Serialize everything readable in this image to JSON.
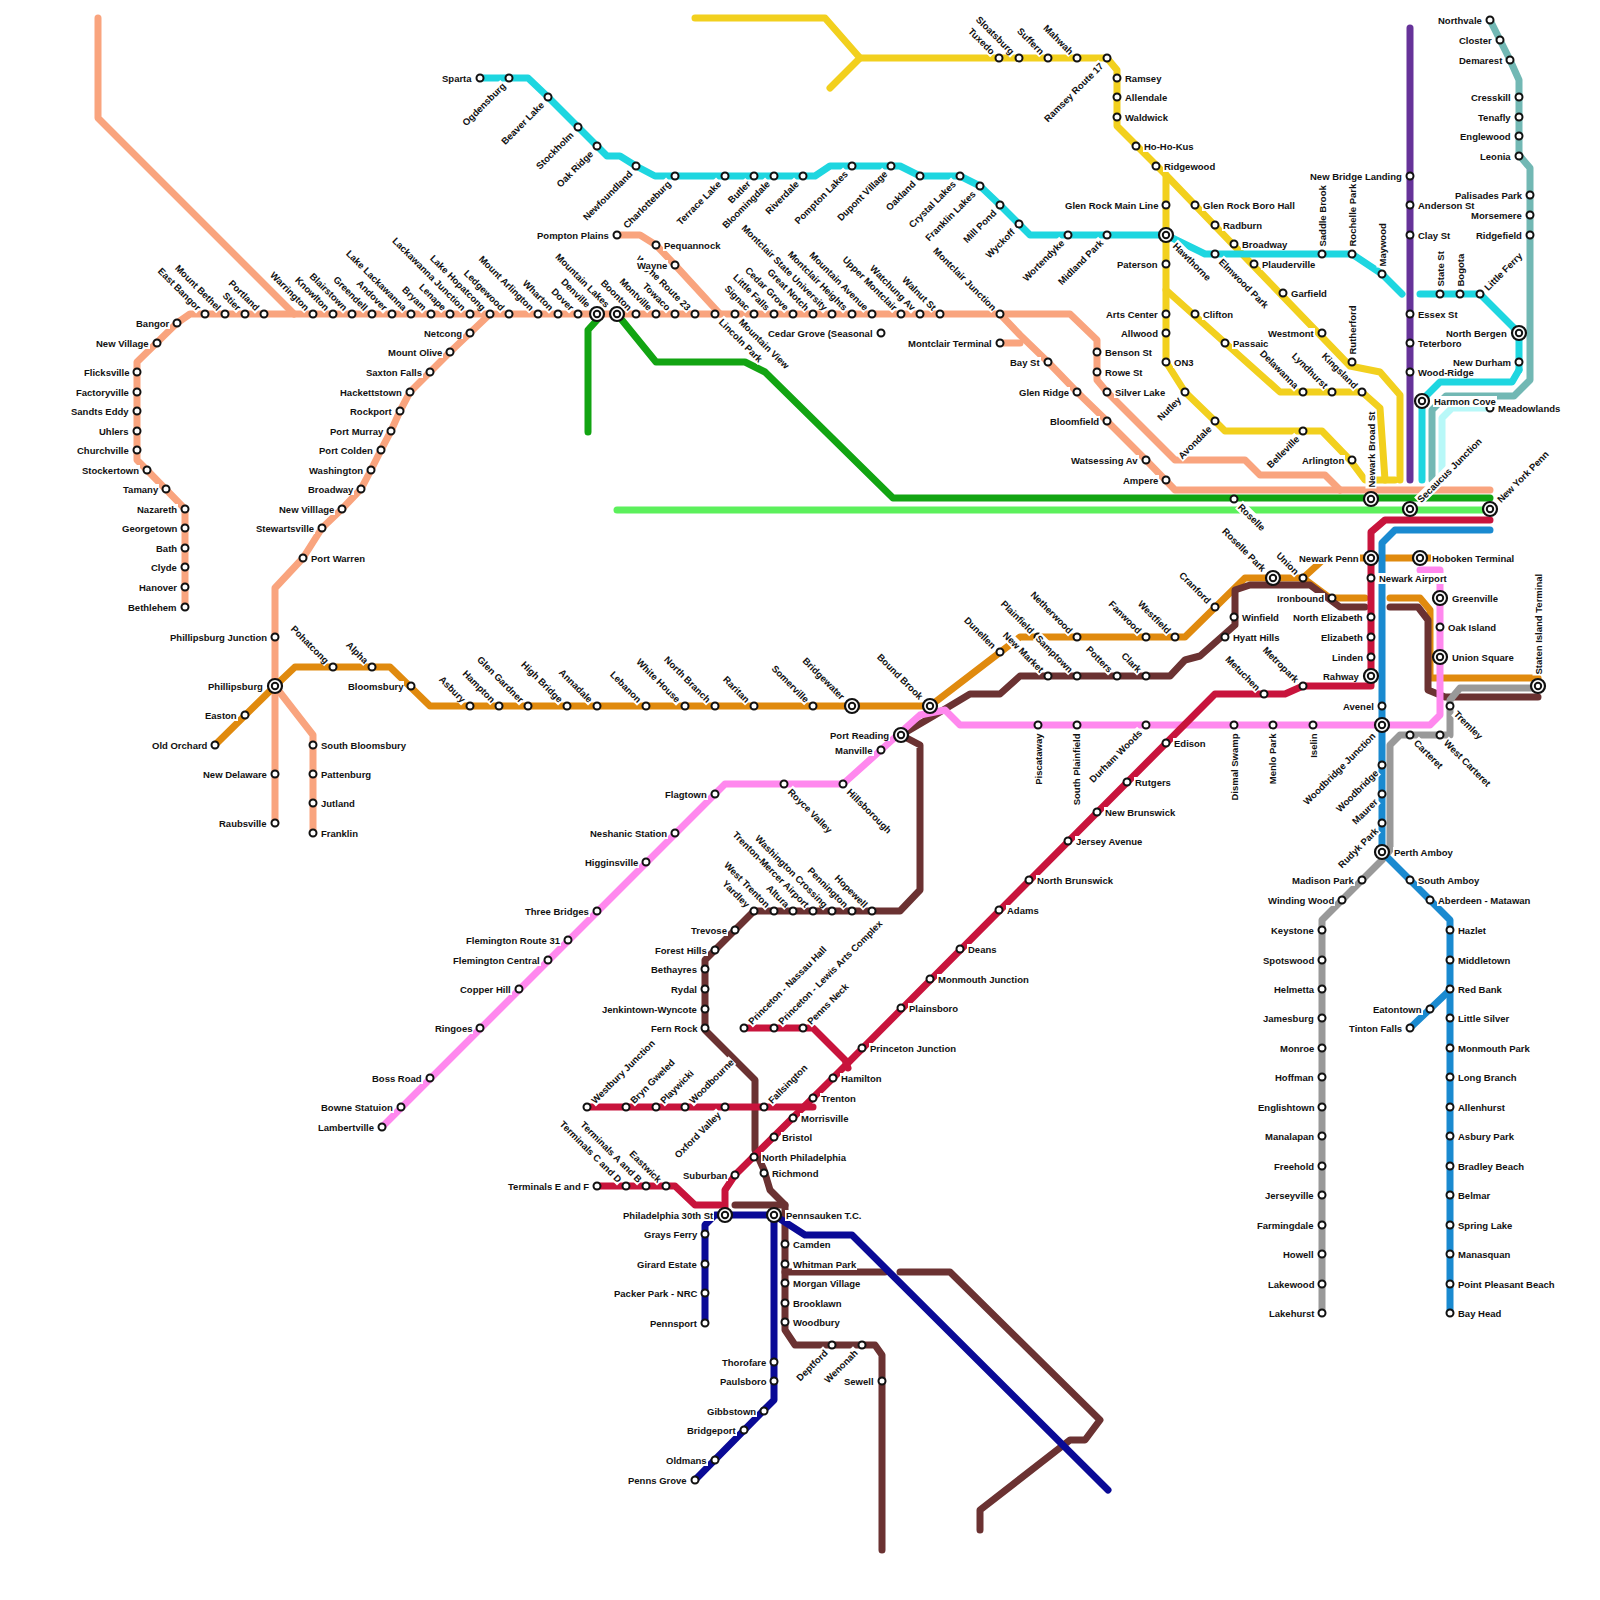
{
  "diagram": {
    "labels": [
      "Sparta",
      "Ogdensburg",
      "Beaver Lake",
      "Stockholm",
      "Oak Ridge",
      "Newfoundland",
      "Charlotteburg",
      "Terrace Lake",
      "Butler",
      "Bloomingdale",
      "Riverdale",
      "Pompton Lakes",
      "Dupont Village",
      "Oakland",
      "Crystal Lakes",
      "Franklin Lakes",
      "Mill Pond",
      "Wyckoff",
      "Wortendyke",
      "Midland Park",
      "Tuxedo",
      "Sloatsburg",
      "Suffern",
      "Mahwah",
      "Ramsey Route 17",
      "Ramsey",
      "Allendale",
      "Waldwick",
      "Ho-Ho-Kus",
      "Ridgewood",
      "Glen Rock Main Line",
      "Glen Rock Boro Hall",
      "Radburn",
      "Broadway",
      "Hawthorne",
      "Elmwood Park",
      "Plauderville",
      "Garfield",
      "Paterson",
      "Saddle Brook",
      "Rochelle Park",
      "Maywood",
      "Arts Center",
      "Allwood",
      "ON3",
      "Clifton",
      "Passaic",
      "Westmont",
      "Rutherford",
      "Kingsland",
      "Lyndhurst",
      "Delawanna",
      "Nutley",
      "Avondale",
      "Belleville",
      "Arlington",
      "Newark Broad St",
      "Northvale",
      "Closter",
      "Demarest",
      "Cresskill",
      "Tenafly",
      "Englewood",
      "Leonia",
      "Palisades Park",
      "Morsemere",
      "Ridgefield",
      "New Bridge Landing",
      "Anderson St",
      "Clay St",
      "State St",
      "Bogota",
      "Little Ferry",
      "North Bergen",
      "Essex St",
      "Teterboro",
      "New Durham",
      "Wood-Ridge",
      "Harmon Cove",
      "Meadowlands",
      "Secaucus Junction",
      "New York Penn",
      "East Bangor",
      "Mount Bethel",
      "Stier",
      "Portland",
      "Warrington",
      "Knowlton",
      "Blairstown",
      "Greendell",
      "Andover",
      "Lake Lackawanna",
      "Bryam",
      "Lenape",
      "Lackawanna Junction",
      "Lake Hopatcong",
      "Ledgewood",
      "Mount Arlington",
      "Wharton",
      "Dover",
      "Denville",
      "Mountain Lakes",
      "Boonton",
      "Montville",
      "Towaco",
      "Wayne Route 23",
      "Lincoln Park",
      "Mountain View",
      "Signac",
      "Little Falls",
      "Cedar Grove",
      "Great Notch",
      "Montclair State University",
      "Montclair Heights",
      "Mountain Avenue",
      "Upper Montclair",
      "Watchung Av",
      "Walnut St",
      "Montclair Junction",
      "Pompton Plains",
      "Pequannock",
      "Wayne",
      "Cedar Grove (Seasonal",
      "Montclair Terminal",
      "Benson St",
      "Rowe St",
      "Silver Lake",
      "Bay St",
      "Glen Ridge",
      "Bloomfield",
      "Watsessing Av",
      "Ampere",
      "Roselle",
      "Bangor",
      "New Village",
      "Flicksville",
      "Factoryville",
      "Sandts Eddy",
      "Uhlers",
      "Churchville",
      "Stockertown",
      "Tamany",
      "Nazareth",
      "Georgetown",
      "Bath",
      "Clyde",
      "Hanover",
      "Bethlehem",
      "Netcong",
      "Mount Olive",
      "Saxton Falls",
      "Hackettstown",
      "Rockport",
      "Port Murray",
      "Port Colden",
      "Washington",
      "Broadway",
      "New Villlage",
      "Stewartsville",
      "Port Warren",
      "Phillipsburg Junction",
      "Phillipsburg",
      "Easton",
      "Old Orchard",
      "New Delaware",
      "Raubsville",
      "South Bloomsbury",
      "Pattenburg",
      "Jutland",
      "Franklin",
      "Pohatcong",
      "Alpha",
      "Bloomsbury",
      "Asbury",
      "Hampton",
      "Glen Gardner",
      "High Bridge",
      "Annadale",
      "Lebanon",
      "White House",
      "North Branch",
      "Raritan",
      "Somerville",
      "Bridgewater",
      "Bound Brook",
      "Dunellen",
      "Plainfield",
      "Netherwood",
      "Fanwood",
      "Westfield",
      "Cranford",
      "Roselle Park",
      "Union",
      "Newark Penn",
      "Newark Airport",
      "Ironbound",
      "North Elizabeth",
      "Elizabeth",
      "Linden",
      "Rahway",
      "Hoboken Terminal",
      "Greenville",
      "Oak Island",
      "Union Square",
      "Staten Island Terminal",
      "Winfield",
      "Hyatt Hills",
      "New Market",
      "Samptown",
      "Potters",
      "Clark",
      "Metuchen",
      "Metropark",
      "Avenel",
      "Tremley",
      "Port Reading",
      "Manville",
      "Piscataway",
      "South Plainfield",
      "Durham Woods",
      "Edison",
      "Dismal Swamp",
      "Menlo Park",
      "Iselin",
      "Woodbridge Junction",
      "Carteret",
      "West Carteret",
      "Woodbridge",
      "Maurer",
      "Rudyk Park",
      "Perth Amboy",
      "Madison Park",
      "South Amboy",
      "Winding Wood",
      "Aberdeen - Matawan",
      "Keystone",
      "Spotswood",
      "Helmetta",
      "Jamesburg",
      "Monroe",
      "Hoffman",
      "Englishtown",
      "Manalapan",
      "Freehold",
      "Jerseyville",
      "Farmingdale",
      "Howell",
      "Lakewood",
      "Lakehurst",
      "Hazlet",
      "Middletown",
      "Red Bank",
      "Eatontown",
      "Tinton Falls",
      "Little Silver",
      "Monmouth Park",
      "Long Branch",
      "Allenhurst",
      "Asbury Park",
      "Bradley Beach",
      "Belmar",
      "Spring Lake",
      "Manasquan",
      "Point Pleasant Beach",
      "Bay Head",
      "Flagtown",
      "Royce Valley",
      "Hillsborough",
      "Neshanic Station",
      "Higginsville",
      "Three Bridges",
      "Flemington Route 31",
      "Flemington Central",
      "Copper Hill",
      "Ringoes",
      "Boss Road",
      "Bowne Statuion",
      "Lambertville",
      "Yardley",
      "West Trenton",
      "Altura",
      "Trenton-Mercer Airport",
      "Washington Crossing",
      "Pennington",
      "Hopewell",
      "Trevose",
      "Forest Hills",
      "Bethayres",
      "Rydal",
      "Jenkintown-Wyncote",
      "Fern Rock",
      "Rutgers",
      "New Brunswick",
      "Jersey Avenue",
      "North Brunswick",
      "Adams",
      "Deans",
      "Monmouth Junction",
      "Plainsboro",
      "Princeton Junction",
      "Hamilton",
      "Trenton",
      "Morrisville",
      "Bristol",
      "North Philadelphia",
      "Richmond",
      "Suburban",
      "Philadelphia 30th St",
      "Pennsauken T.C.",
      "Princeton - Nassau Hall",
      "Princeton - Lewis Arts Complex",
      "Penns Neck",
      "Westbury Junction",
      "Bryn Gweled",
      "Playwicki",
      "Woodbourne",
      "Oxford Valley",
      "Fallsington",
      "Terminals E and F",
      "Terminals C and D",
      "Terminals A and B",
      "Eastwick",
      "Grays Ferry",
      "Girard Estate",
      "Packer Park - NRC",
      "Pennsport",
      "Camden",
      "Whitman Park",
      "Morgan Village",
      "Brooklawn",
      "Woodbury",
      "Deptford",
      "Wenonah",
      "Sewell",
      "Thorofare",
      "Paulsboro",
      "Gibbstown",
      "Bridgeport",
      "Oldmans",
      "Penns Grove"
    ]
  }
}
